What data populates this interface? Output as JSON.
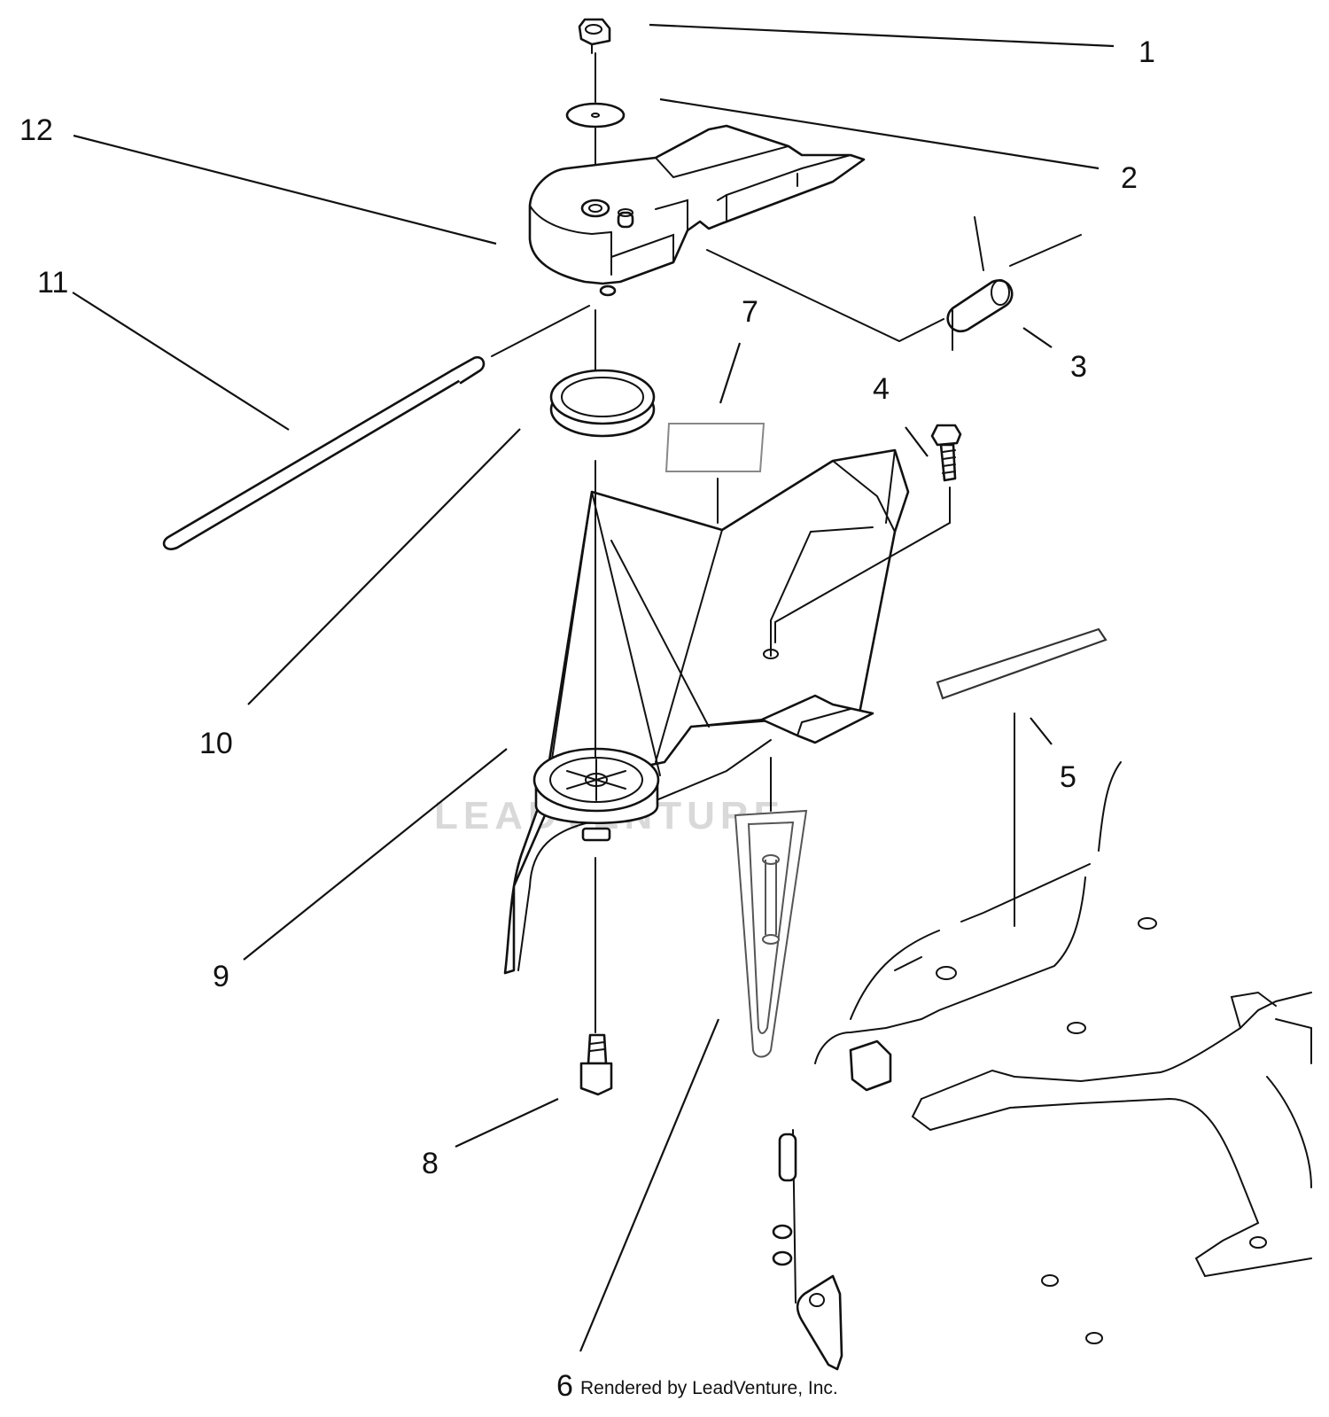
{
  "callouts": [
    "1",
    "2",
    "3",
    "4",
    "5",
    "6",
    "7",
    "8",
    "9",
    "10",
    "11",
    "12"
  ],
  "watermark": "LEADVENTURE",
  "footer": "Rendered by LeadVenture, Inc."
}
